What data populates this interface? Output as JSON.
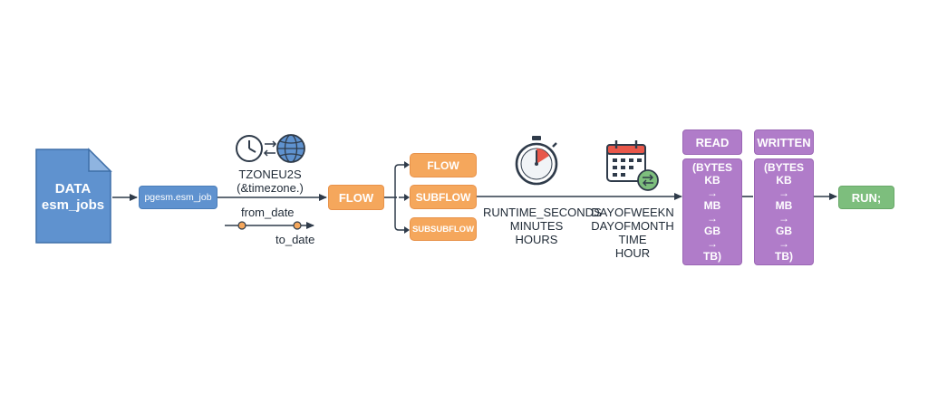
{
  "data_node": {
    "line1": "DATA",
    "line2": "esm_jobs"
  },
  "source_node": {
    "label": "pgesm.esm_job"
  },
  "timezone": {
    "line1": "TZONEU2S",
    "line2": "(&timezone.)"
  },
  "date_range": {
    "from": "from_date",
    "to": "to_date"
  },
  "flow_node": {
    "label": "FLOW"
  },
  "flow_items": [
    "FLOW",
    "SUBFLOW",
    "SUBSUBFLOW"
  ],
  "runtime": {
    "line1": "RUNTIME_SECONDS",
    "line2": "MINUTES",
    "line3": "HOURS"
  },
  "calendar": {
    "line1": "DAYOFWEEKN",
    "line2": "DAYOFMONTH",
    "line3": "TIME",
    "line4": "HOUR"
  },
  "read": {
    "head": "READ",
    "units": [
      "(BYTES",
      "KB",
      "→",
      "MB",
      "→",
      "GB",
      "→",
      "TB)"
    ]
  },
  "written": {
    "head": "WRITTEN",
    "units": [
      "(BYTES",
      "KB",
      "→",
      "MB",
      "→",
      "GB",
      "→",
      "TB)"
    ]
  },
  "run_node": {
    "label": "RUN;"
  },
  "colors": {
    "blue": "#5f92cf",
    "orange": "#f5a75c",
    "purple": "#b07cc9",
    "green": "#7dbe7d",
    "arrow": "#2f3b4a",
    "stopwatch_red": "#e8574a",
    "calendar_red": "#e8574a"
  }
}
